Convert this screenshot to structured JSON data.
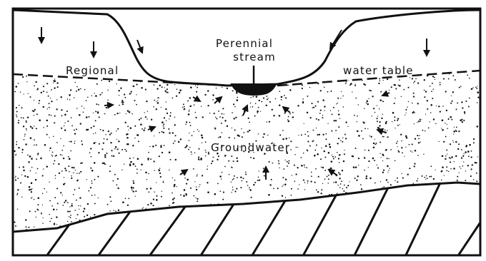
{
  "labels": {
    "stream_line1": "Perennial",
    "stream_line2": "stream",
    "regional": "Regional",
    "water_table": "water table",
    "groundwater": "Groundwater"
  },
  "colors": {
    "ink": "#111111",
    "background": "#ffffff"
  }
}
